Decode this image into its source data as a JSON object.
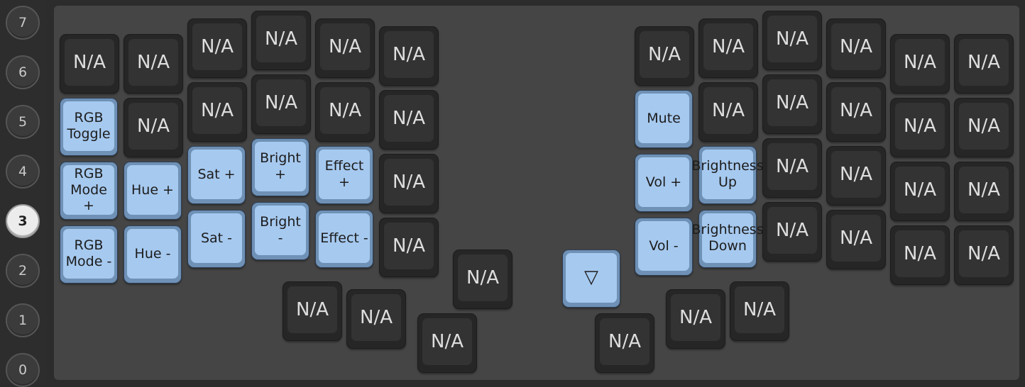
{
  "layers": [
    "7",
    "6",
    "5",
    "4",
    "3",
    "2",
    "1",
    "0"
  ],
  "active_layer": "3",
  "keys": [
    "N/A",
    "N/A",
    "N/A",
    "N/A",
    "N/A",
    "N/A",
    "RGB\nToggle",
    "N/A",
    "N/A",
    "N/A",
    "N/A",
    "N/A",
    "RGB\nMode\n+",
    "Hue +",
    "Sat +",
    "Bright\n+",
    "Effect\n+",
    "N/A",
    "RGB\nMode -",
    "Hue -",
    "Sat -",
    "Bright\n-",
    "Effect -",
    "N/A",
    "N/A",
    "N/A",
    "N/A",
    "N/A",
    "▽",
    "N/A",
    "N/A",
    "N/A",
    "N/A",
    "N/A",
    "N/A",
    "N/A",
    "N/A",
    "N/A",
    "Mute",
    "N/A",
    "N/A",
    "N/A",
    "N/A",
    "N/A",
    "Vol +",
    "Brightness\nUp",
    "N/A",
    "N/A",
    "N/A",
    "N/A",
    "Vol -",
    "Brightness\nDown",
    "N/A",
    "N/A",
    "N/A",
    "N/A"
  ],
  "highlighted_keys": [
    6,
    12,
    13,
    14,
    15,
    16,
    18,
    19,
    20,
    21,
    22,
    28,
    38,
    44,
    45,
    50,
    51
  ]
}
